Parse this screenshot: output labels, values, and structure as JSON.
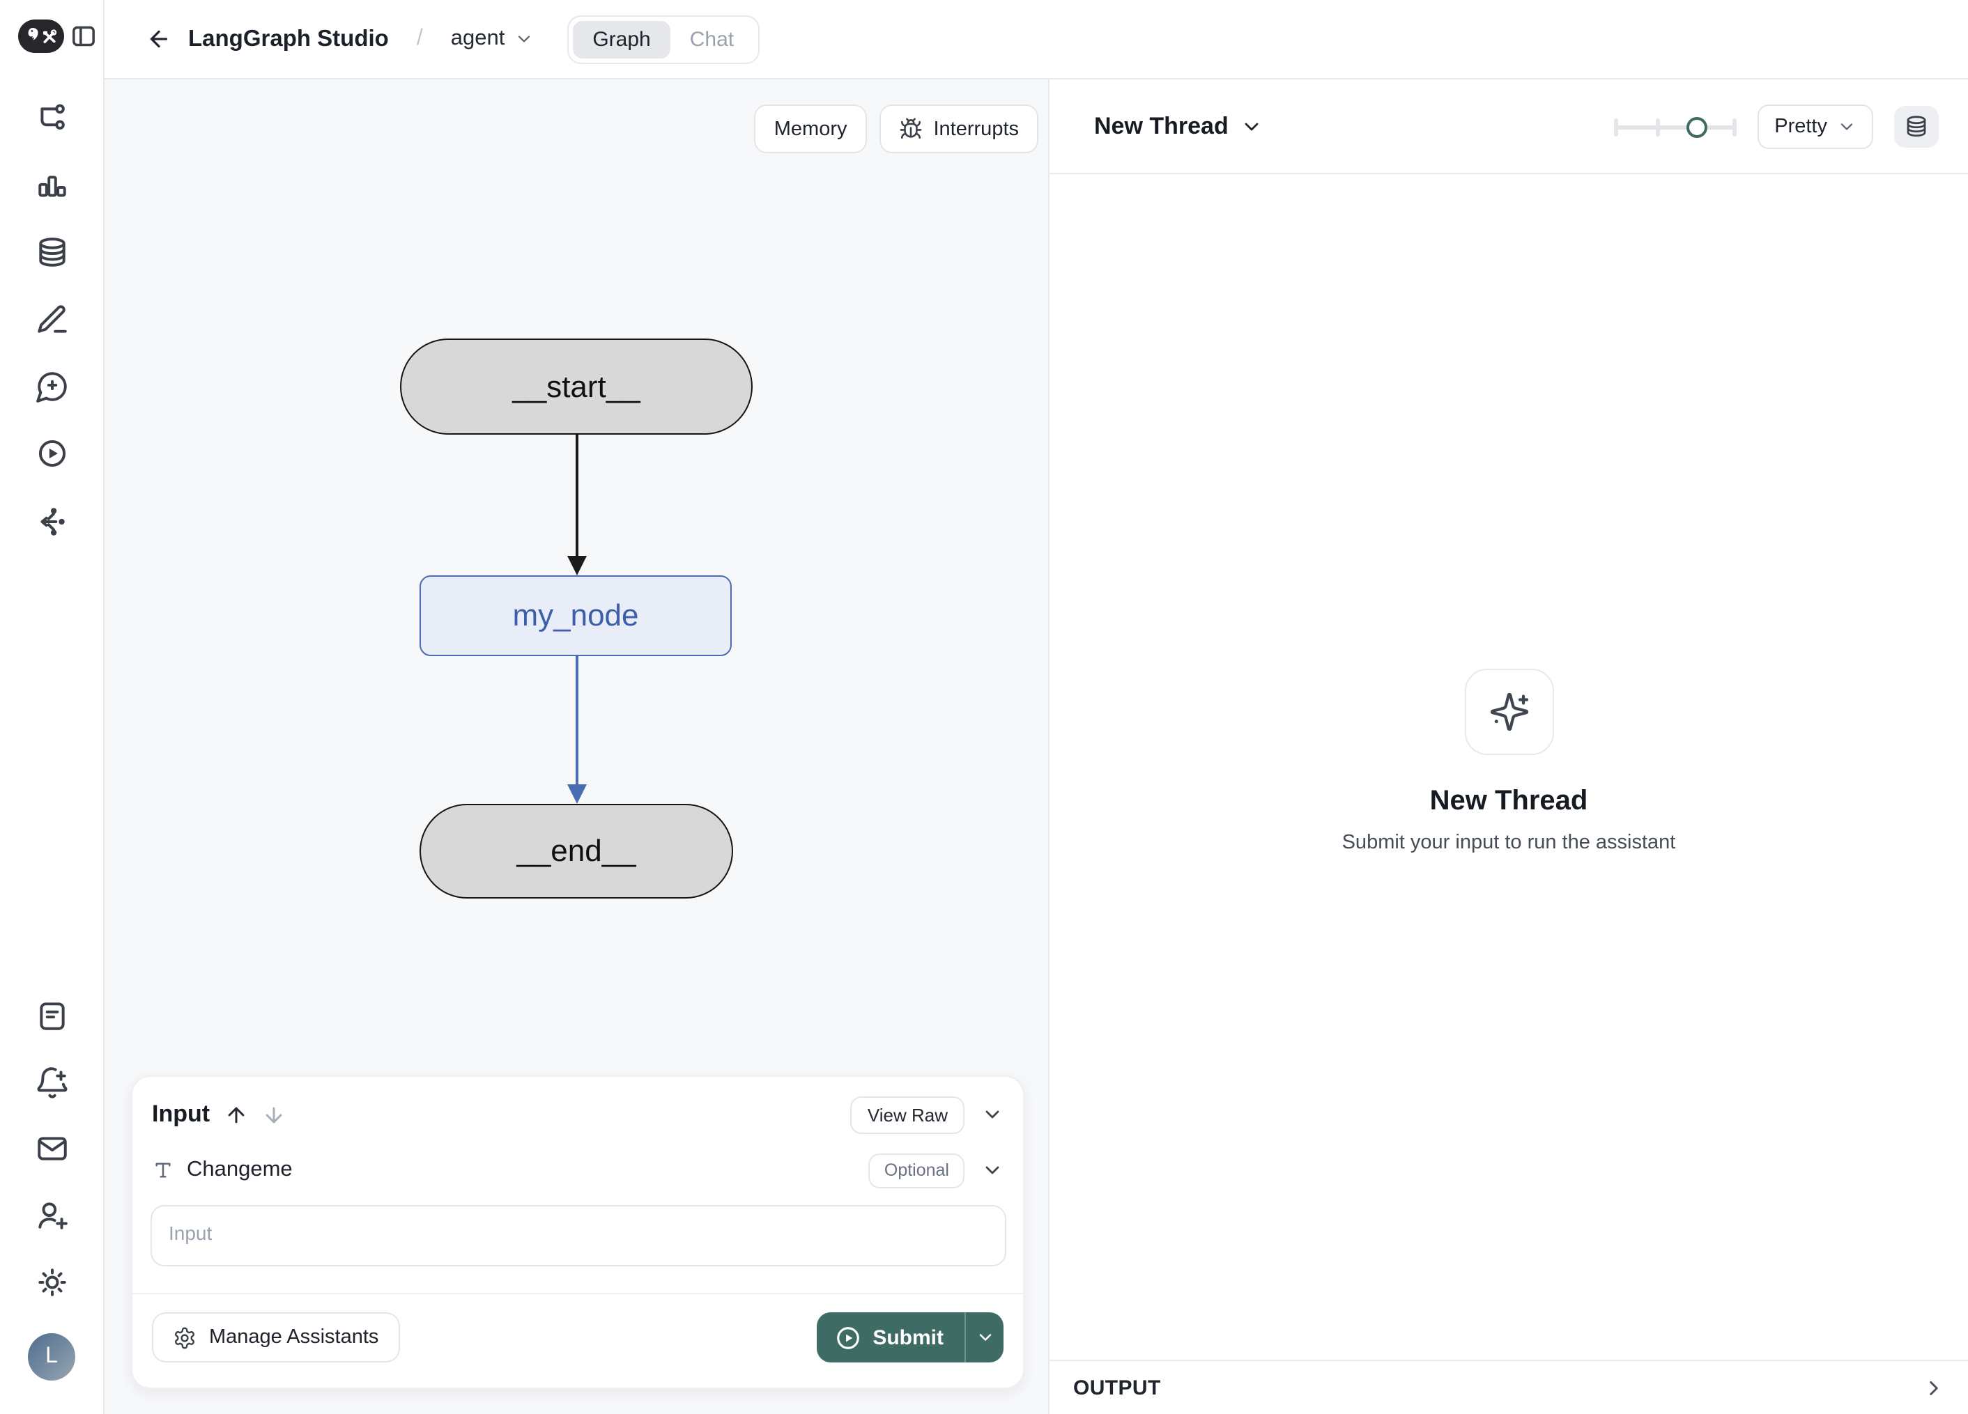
{
  "header": {
    "app_title": "LangGraph Studio",
    "separator": "/",
    "graph_selector": {
      "value": "agent"
    },
    "view_tabs": [
      {
        "label": "Graph",
        "active": true
      },
      {
        "label": "Chat",
        "active": false
      }
    ]
  },
  "sidebar": {
    "logo": "langchain-parrot-tools-logo",
    "top_icons": [
      "workflow-icon",
      "bar-chart-icon",
      "database-icon",
      "pencil-icon",
      "message-plus-icon",
      "play-circle-icon",
      "deployments-icon"
    ],
    "bottom_icons": [
      "document-icon",
      "bell-plus-icon",
      "mail-icon",
      "user-plus-icon",
      "sun-icon"
    ],
    "avatar_initial": "L"
  },
  "canvas": {
    "toolbar": {
      "memory_label": "Memory",
      "interrupts_label": "Interrupts",
      "interrupts_icon": "bug-icon"
    },
    "graph": {
      "nodes": [
        {
          "id": "__start__",
          "style": "gray-pill"
        },
        {
          "id": "my_node",
          "style": "blue-rect"
        },
        {
          "id": "__end__",
          "style": "gray-pill"
        }
      ],
      "edges": [
        {
          "from": "__start__",
          "to": "my_node",
          "color": "#1b1b1b"
        },
        {
          "from": "my_node",
          "to": "__end__",
          "color": "#4A6CB3"
        }
      ]
    },
    "input_panel": {
      "title": "Input",
      "view_raw_label": "View Raw",
      "field": {
        "name": "Changeme",
        "badge": "Optional",
        "placeholder": "Input",
        "type_icon": "type-icon"
      },
      "manage_assistants_label": "Manage Assistants",
      "submit_label": "Submit"
    }
  },
  "thread_panel": {
    "title": "New Thread",
    "slider_percent": 67,
    "render_mode": "Pretty",
    "empty_state": {
      "icon": "sparkles-icon",
      "title": "New Thread",
      "subtitle": "Submit your input to run the assistant"
    },
    "output_label": "OUTPUT"
  },
  "colors": {
    "accent_teal": "#3E6B63",
    "canvas_bg": "#F7F8FA",
    "node_gray_fill": "#D8D8D8",
    "node_blue_fill": "#E9EDF8",
    "node_blue_border": "#4A6CB3",
    "node_blue_text": "#3D5FA9",
    "border": "#E8EAED"
  }
}
